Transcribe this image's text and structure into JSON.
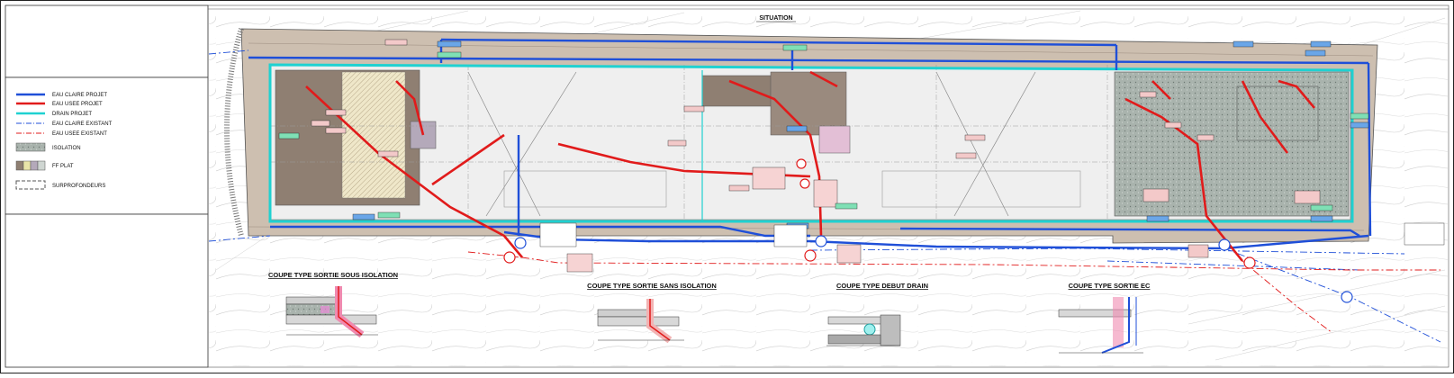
{
  "plan": {
    "situation_title": "SITUATION",
    "legend": [
      {
        "label": "EAU CLAIRE PROJET",
        "color": "#1f4fd8",
        "style": "solid-thick"
      },
      {
        "label": "EAU USEE PROJET",
        "color": "#e11b1b",
        "style": "solid-thick"
      },
      {
        "label": "DRAIN PROJET",
        "color": "#1fd1d1",
        "style": "solid-thick"
      },
      {
        "label": "EAU CLAIRE EXISTANT",
        "color": "#1f4fd8",
        "style": "dash-dot"
      },
      {
        "label": "EAU USEE EXISTANT",
        "color": "#e11b1b",
        "style": "dash-dot"
      },
      {
        "label": "ISOLATION",
        "color": "#9a9a9a",
        "style": "hatch"
      },
      {
        "label": "FF PLAT",
        "color": "#9a9a9a",
        "style": "swatches"
      },
      {
        "label": "SURPROFONDEURS",
        "color": "#555555",
        "style": "dashed-box"
      }
    ],
    "sections": [
      {
        "id": "sortie-sous-isolation",
        "title": "COUPE TYPE SORTIE SOUS ISOLATION"
      },
      {
        "id": "sortie-sans-isolation",
        "title": "COUPE TYPE SORTIE SANS ISOLATION"
      },
      {
        "id": "debut-drain",
        "title": "COUPE TYPE DEBUT DRAIN"
      },
      {
        "id": "sortie-ec",
        "title": "COUPE TYPE SORTIE EC"
      }
    ],
    "colors": {
      "eau_claire": "#1f4fd8",
      "eau_usee": "#e11b1b",
      "drain": "#1fd1d1",
      "building_fill": "#cdbfb0",
      "slab_fill": "#8f7f72",
      "isolation_fill": "#a9b3ad",
      "tag_fill": "#f3c9c9",
      "tag_fill_green": "#7fe0b5"
    }
  }
}
